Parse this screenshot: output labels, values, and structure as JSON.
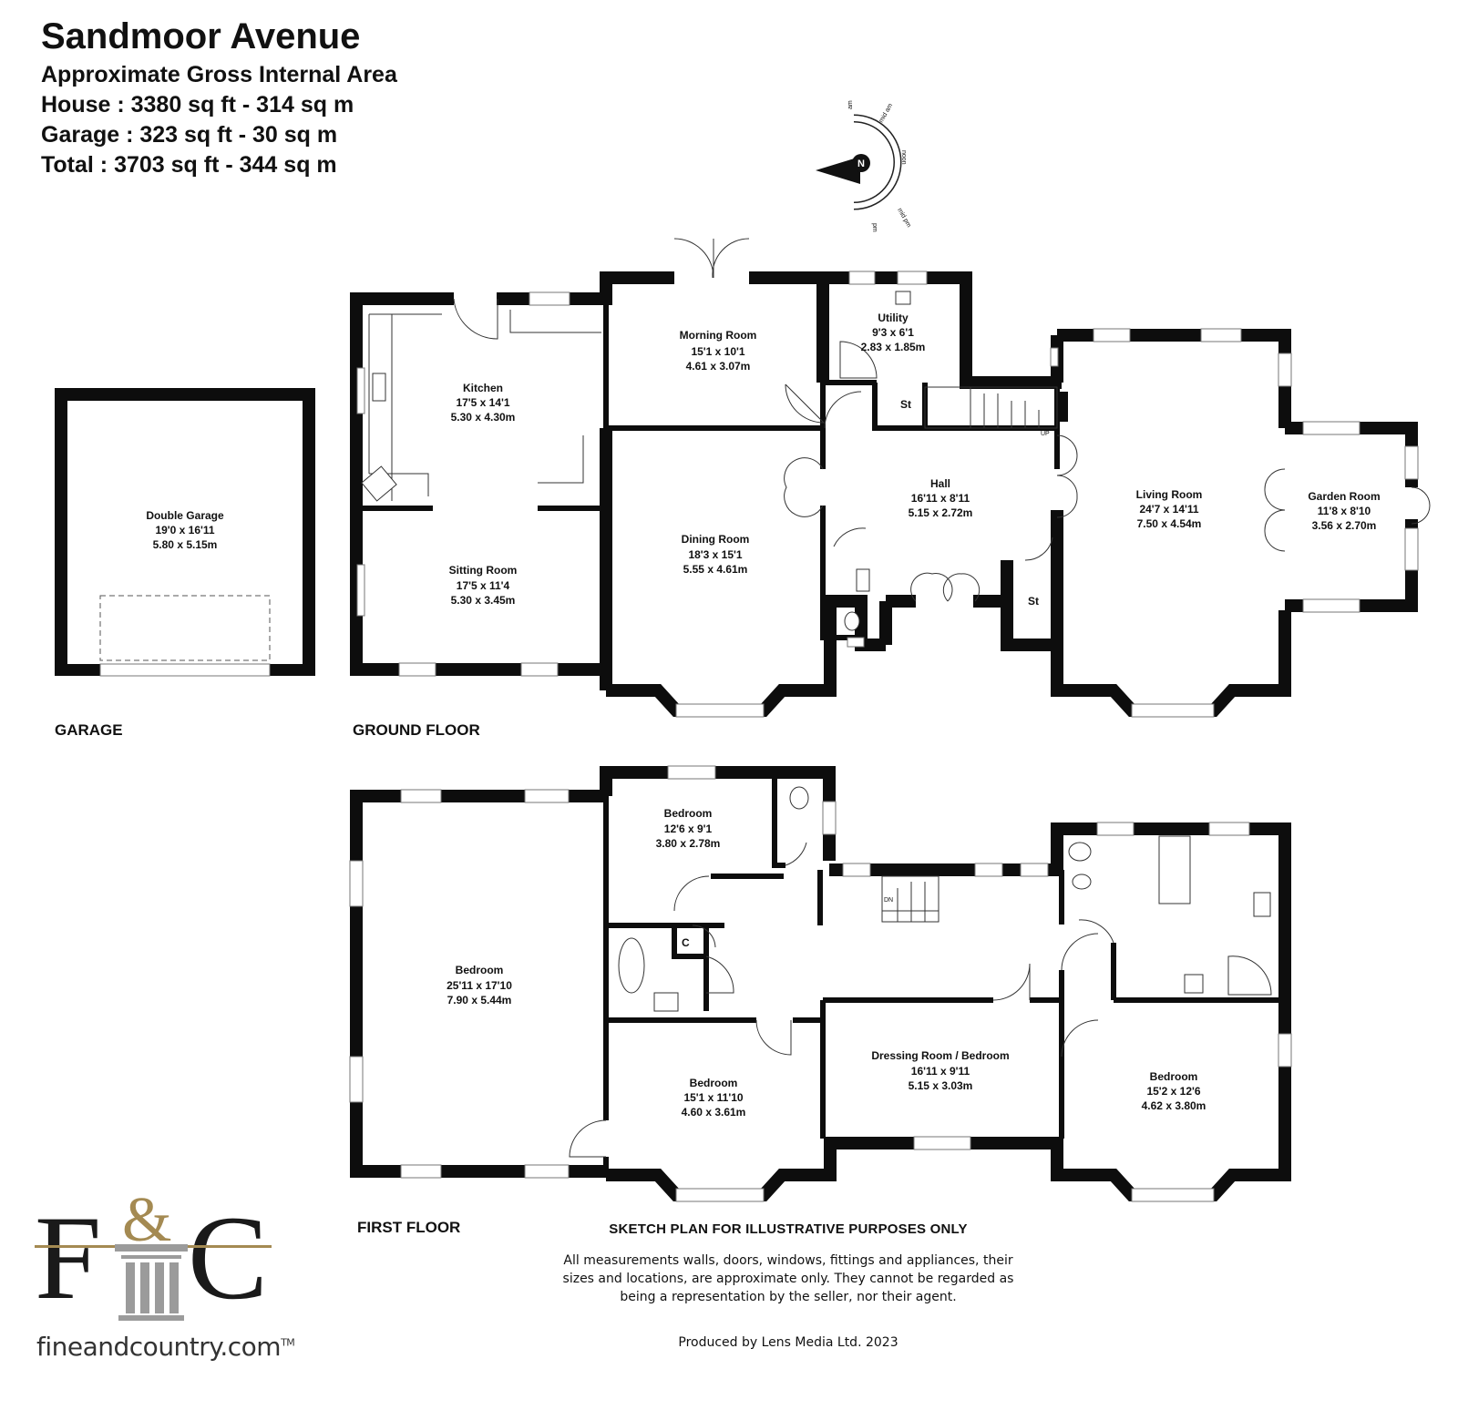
{
  "header": {
    "title": "Sandmoor Avenue",
    "lines": [
      "Approximate Gross Internal Area",
      "House : 3380 sq ft - 314 sq m",
      "Garage : 323 sq ft - 30 sq m",
      "Total : 3703 sq ft - 344 sq m"
    ]
  },
  "compass": {
    "north": "N",
    "labels": [
      "am",
      "mid am",
      "noon",
      "mid pm",
      "pm"
    ]
  },
  "floors": {
    "garage": "GARAGE",
    "ground": "GROUND FLOOR",
    "first": "FIRST FLOOR"
  },
  "rooms": {
    "double_garage": [
      "Double Garage",
      "19'0 x 16'11",
      "5.80 x 5.15m"
    ],
    "kitchen": [
      "Kitchen",
      "17'5 x 14'1",
      "5.30 x 4.30m"
    ],
    "morning_room": [
      "Morning Room",
      "15'1 x 10'1",
      "4.61 x 3.07m"
    ],
    "utility": [
      "Utility",
      "9'3 x 6'1",
      "2.83 x 1.85m"
    ],
    "hall": [
      "Hall",
      "16'11 x 8'11",
      "5.15 x 2.72m"
    ],
    "living_room": [
      "Living Room",
      "24'7 x 14'11",
      "7.50 x 4.54m"
    ],
    "garden_room": [
      "Garden Room",
      "11'8 x 8'10",
      "3.56 x 2.70m"
    ],
    "sitting_room": [
      "Sitting Room",
      "17'5 x 11'4",
      "5.30 x 3.45m"
    ],
    "dining_room": [
      "Dining Room",
      "18'3 x 15'1",
      "5.55 x 4.61m"
    ],
    "bedroom_large": [
      "Bedroom",
      "25'11 x 17'10",
      "7.90 x 5.44m"
    ],
    "bedroom_small": [
      "Bedroom",
      "12'6 x 9'1",
      "3.80 x 2.78m"
    ],
    "bedroom_mid": [
      "Bedroom",
      "15'1 x 11'10",
      "4.60 x 3.61m"
    ],
    "dressing_room": [
      "Dressing Room / Bedroom",
      "16'11 x 9'11",
      "5.15 x 3.03m"
    ],
    "bedroom_right": [
      "Bedroom",
      "15'2 x 12'6",
      "4.62 x 3.80m"
    ]
  },
  "markers": {
    "store": "St",
    "cupboard": "C",
    "stairs_up": "UP",
    "stairs_down": "DN"
  },
  "disclaimer": {
    "title": "SKETCH PLAN FOR ILLUSTRATIVE PURPOSES ONLY",
    "body": "All measurements walls, doors, windows, fittings and appliances, their sizes and locations, are approximate only. They cannot be regarded as being a representation by the seller, nor their agent.",
    "produced": "Produced by Lens Media Ltd. 2023"
  },
  "brand": {
    "letter_f": "F",
    "ampersand": "&",
    "letter_c": "C",
    "domain": "fineandcountry.com",
    "tm": "TM",
    "gold": "#a48a52",
    "grey": "#9b9b9b"
  },
  "colors": {
    "wall": "#0d0d0d",
    "window": "#ffffff",
    "text": "#111111"
  }
}
